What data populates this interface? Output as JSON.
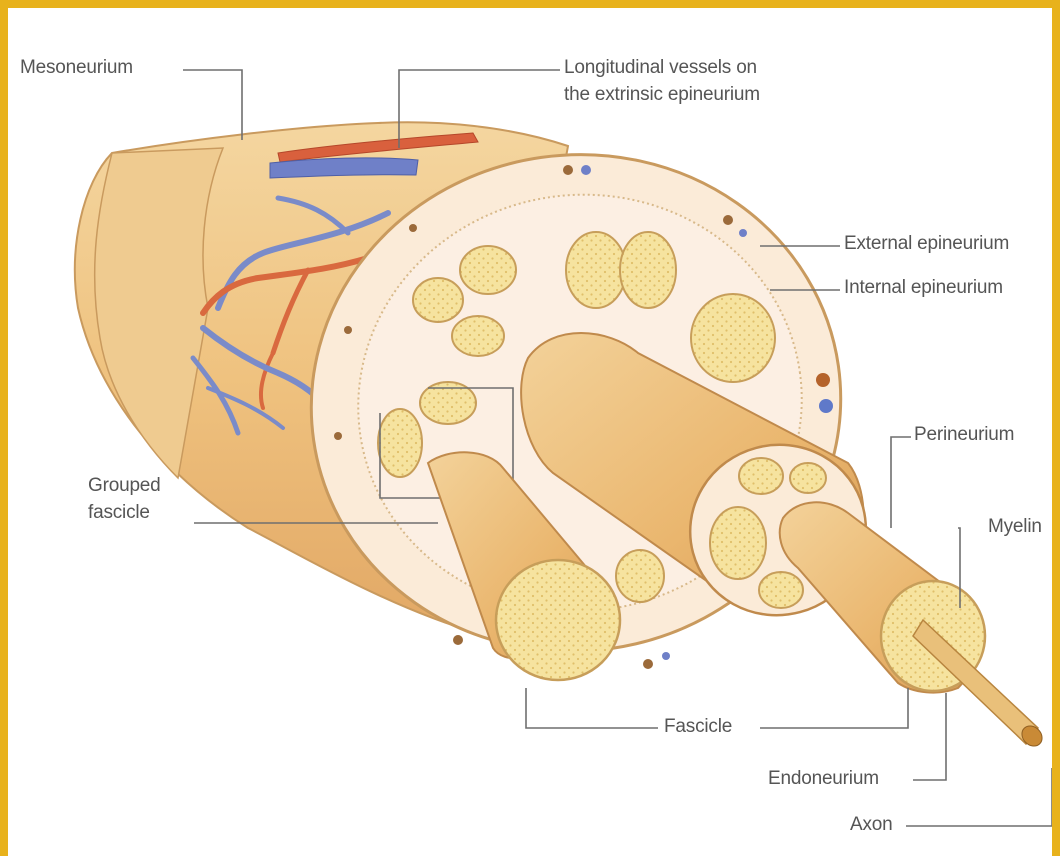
{
  "diagram": {
    "labels": {
      "mesoneurium": "Mesoneurium",
      "longitudinal_vessels": [
        "Longitudinal vessels on",
        "the extrinsic epineurium"
      ],
      "external_epineurium": "External epineurium",
      "internal_epineurium": "Internal epineurium",
      "perineurium": "Perineurium",
      "myelin": "Myelin",
      "grouped_fascicle": [
        "Grouped",
        "fascicle"
      ],
      "fascicle": "Fascicle",
      "endoneurium": "Endoneurium",
      "axon": "Axon"
    },
    "colors": {
      "frame": "#E8B21C",
      "nerve_surface": "#F2CD92",
      "cross_section": "#FBEBD8",
      "fascicle_face": "#F6E39F",
      "artery": "#D9603D",
      "vein": "#6F80C8",
      "label_text": "#555555"
    }
  }
}
